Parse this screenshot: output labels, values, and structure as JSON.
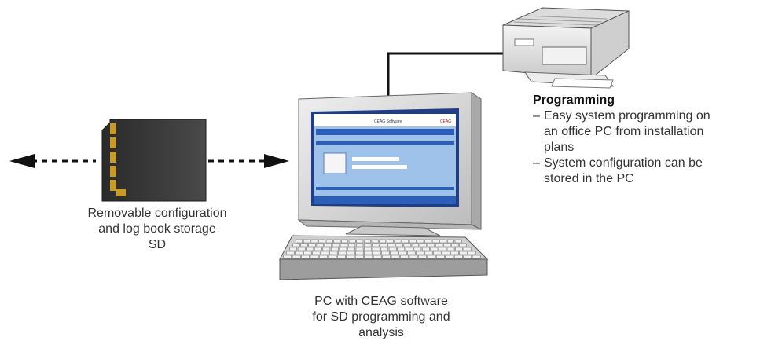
{
  "sd_card": {
    "label_lines": [
      "Removable configuration",
      "and log book storage",
      "SD"
    ]
  },
  "pc": {
    "label_lines": [
      "PC with CEAG software",
      "for SD programming and",
      "analysis"
    ],
    "screen_texts": {
      "header_center": "CEAG Software",
      "header_right": "CEAG"
    }
  },
  "programming": {
    "title": "Programming",
    "items": [
      {
        "dash": "–",
        "lines": [
          "Easy system programming on",
          "an office PC from installation",
          "plans"
        ]
      },
      {
        "dash": "–",
        "lines": [
          "System configuration can be",
          "stored in the PC"
        ]
      }
    ]
  },
  "colors": {
    "screen_bg": "#9fc2ea",
    "screen_header": "#2b5fb8",
    "monitor_body": "#d7d7d7",
    "sd_card": "#3a3a3a",
    "sd_contacts": "#c79a2a",
    "printer_body": "#e4e4e4",
    "line": "#111111"
  },
  "icons": [
    "sd-card-icon",
    "pc-monitor-icon",
    "keyboard-icon",
    "printer-icon",
    "arrow-left-icon",
    "arrow-right-icon"
  ]
}
